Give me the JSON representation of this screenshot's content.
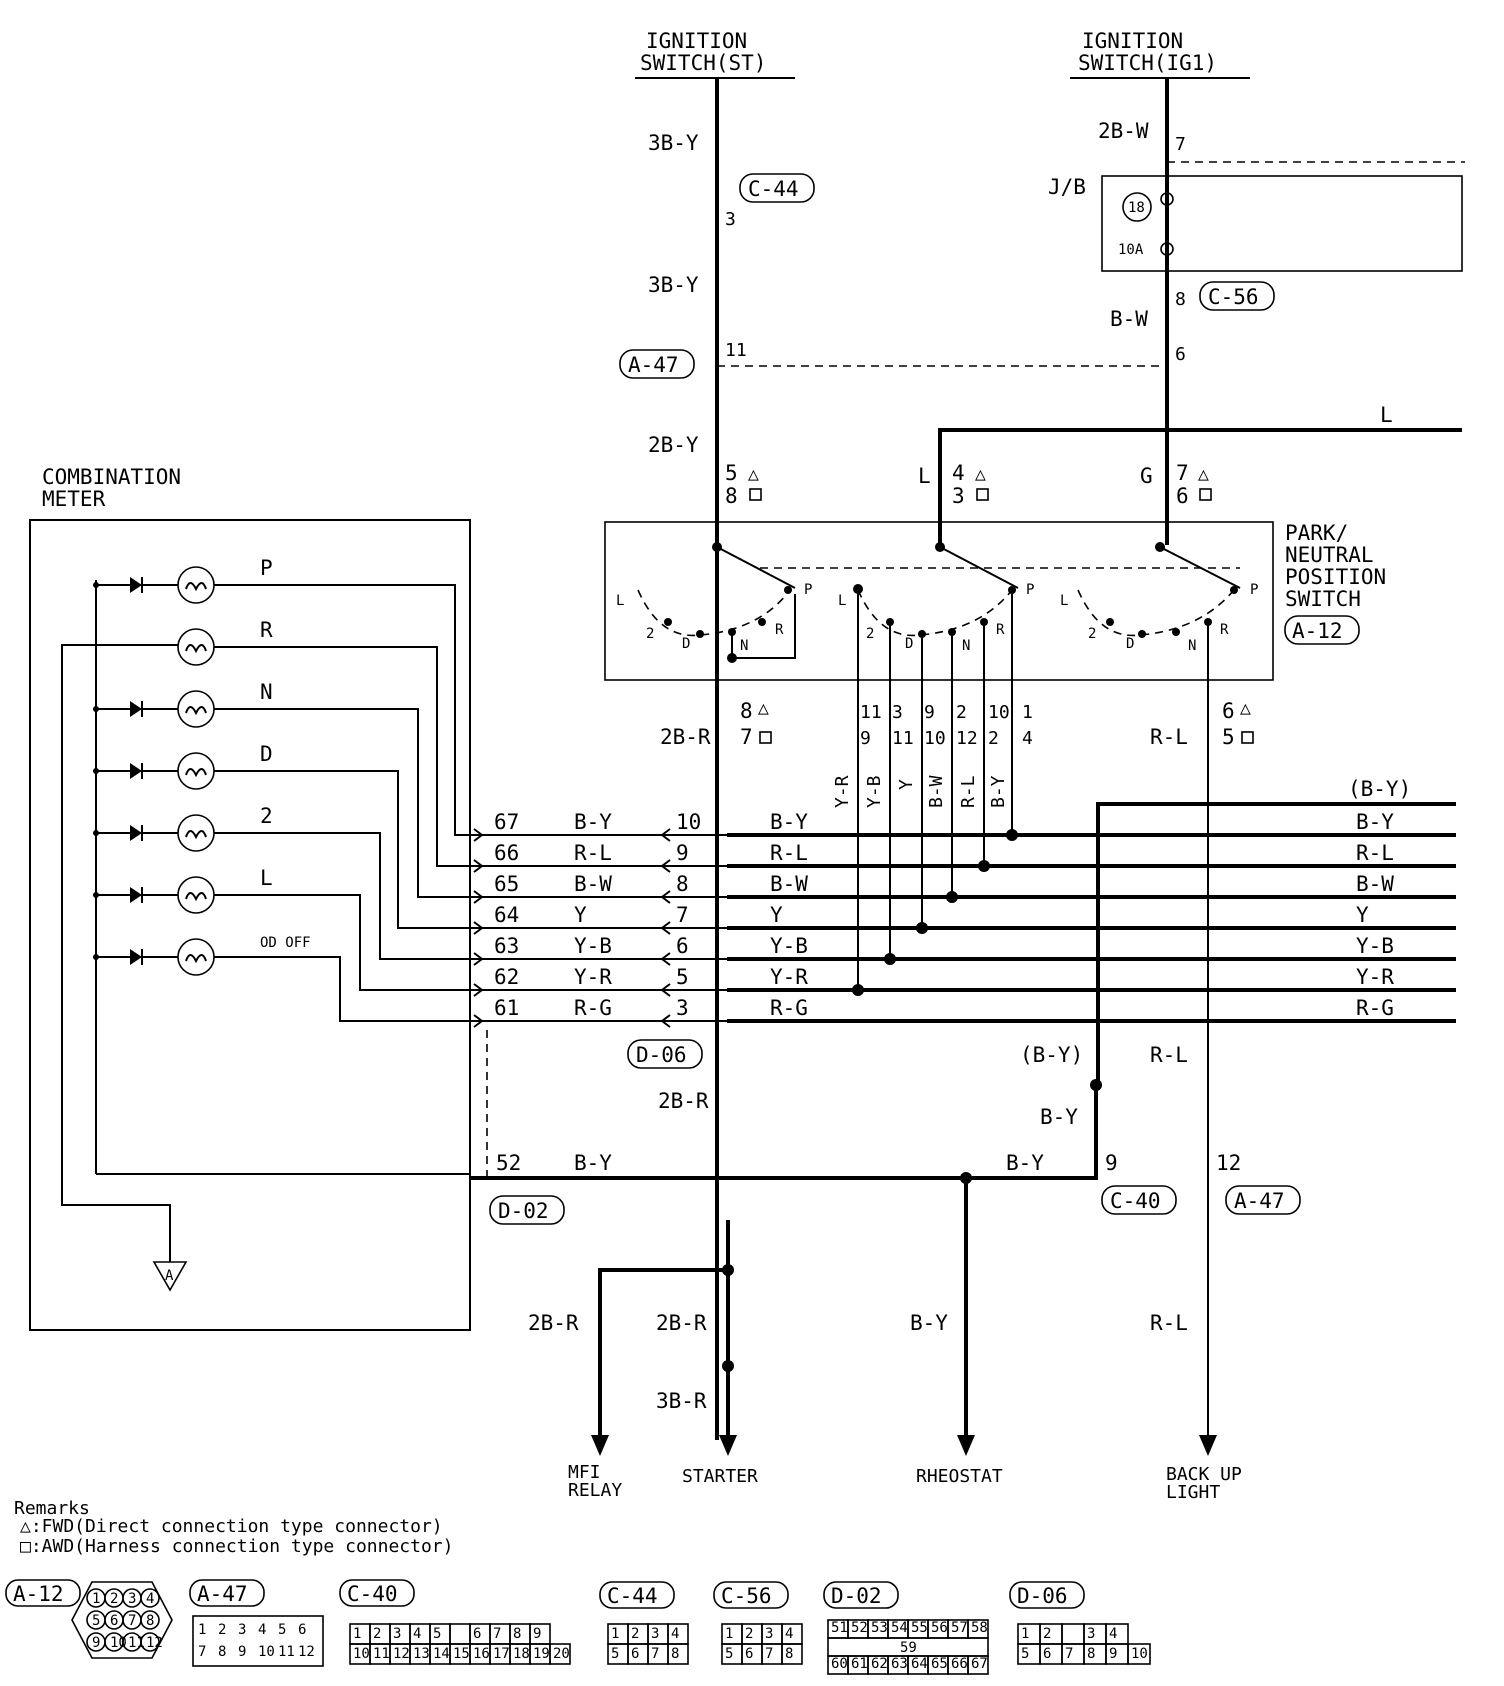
{
  "ignition_st": {
    "line1": "IGNITION",
    "line2": "SWITCH(ST)"
  },
  "ignition_ig1": {
    "line1": "IGNITION",
    "line2": "SWITCH(IG1)"
  },
  "combination_meter": {
    "line1": "COMBINATION",
    "line2": "METER"
  },
  "pns": {
    "line1": "PARK/",
    "line2": "NEUTRAL",
    "line3": "POSITION",
    "line4": "SWITCH",
    "connector": "A-12"
  },
  "jb": {
    "label": "J/B",
    "fuse_no": "18",
    "fuse_rating": "10A"
  },
  "wires": {
    "w3by_a": "3B-Y",
    "w3by_b": "3B-Y",
    "w2by": "2B-Y",
    "w2bw": "2B-W",
    "wbw": "B-W",
    "wL_top": "L",
    "wL": "L",
    "wG": "G",
    "w2br_top": "2B-R",
    "wrl_top": "R-L",
    "wyr": "Y-R",
    "wyb": "Y-B",
    "wy": "Y",
    "wbw2": "B-W",
    "wrl2": "R-L",
    "wby2": "B-Y",
    "w2br_mid": "2B-R",
    "wby_paren": "(B-Y)",
    "wrl_mid": "R-L",
    "wby_mid": "B-Y",
    "wby_52": "B-Y",
    "wby_c40": "B-Y",
    "w2br_l": "2B-R",
    "w2br_r": "2B-R",
    "w3br": "3B-R",
    "wby_low": "B-Y",
    "wrl_low": "R-L"
  },
  "pins": {
    "p3": "3",
    "p11": "11",
    "p7": "7",
    "p8": "8",
    "p6": "6",
    "p5": "5",
    "p8b": "8",
    "p4": "4",
    "p3b": "3",
    "p7b": "7",
    "p6b": "6",
    "s8": "8",
    "s7": "7",
    "g11": "11",
    "g9": "9",
    "g3": "3",
    "g11b": "11",
    "g9b": "9",
    "g10": "10",
    "g2": "2",
    "g12": "12",
    "g10b": "10",
    "g2b": "2",
    "g1": "1",
    "g4": "4",
    "r6": "6",
    "r5": "5",
    "p9": "9",
    "p12": "12",
    "p52": "52"
  },
  "connectors": {
    "c44": "C-44",
    "c56": "C-56",
    "a47_top": "A-47",
    "d06": "D-06",
    "d02": "D-02",
    "c40": "C-40",
    "a47_low": "A-47"
  },
  "lamps": [
    "P",
    "R",
    "N",
    "D",
    "2",
    "L",
    "OD OFF"
  ],
  "switch_positions": {
    "l": "L",
    "two": "2",
    "d": "D",
    "n": "N",
    "r": "R",
    "p": "P"
  },
  "bus_rows": [
    {
      "meter_pin": "67",
      "color": "B-Y",
      "d06_pin": "10",
      "right": "B-Y"
    },
    {
      "meter_pin": "66",
      "color": "R-L",
      "d06_pin": "9",
      "right": "R-L"
    },
    {
      "meter_pin": "65",
      "color": "B-W",
      "d06_pin": "8",
      "right": "B-W"
    },
    {
      "meter_pin": "64",
      "color": "Y",
      "d06_pin": "7",
      "right": "Y"
    },
    {
      "meter_pin": "63",
      "color": "Y-B",
      "d06_pin": "6",
      "right": "Y-B"
    },
    {
      "meter_pin": "62",
      "color": "Y-R",
      "d06_pin": "5",
      "right": "Y-R"
    },
    {
      "meter_pin": "61",
      "color": "R-G",
      "d06_pin": "3",
      "right": "R-G"
    }
  ],
  "bus_header": "(B-Y)",
  "ground_label": "A",
  "destinations": {
    "mfi1": "MFI",
    "mfi2": "RELAY",
    "starter": "STARTER",
    "rheostat": "RHEOSTAT",
    "backup1": "BACK UP",
    "backup2": "LIGHT"
  },
  "remarks": {
    "title": "Remarks",
    "fwd": "△:FWD(Direct connection type connector)",
    "awd": "□:AWD(Harness connection type connector)"
  },
  "connector_views": {
    "a12": {
      "label": "A-12",
      "pins": [
        "1",
        "2",
        "3",
        "4",
        "5",
        "6",
        "7",
        "8",
        "9",
        "10",
        "11",
        "12"
      ]
    },
    "a47": {
      "label": "A-47",
      "pins": [
        "1",
        "2",
        "3",
        "4",
        "5",
        "6",
        "7",
        "8",
        "9",
        "10",
        "11",
        "12"
      ]
    },
    "c40": {
      "label": "C-40",
      "row1": [
        "1",
        "2",
        "3",
        "4",
        "5",
        "",
        "6",
        "7",
        "8",
        "9"
      ],
      "row2": [
        "10",
        "11",
        "12",
        "13",
        "14",
        "15",
        "16",
        "17",
        "18",
        "19",
        "20"
      ]
    },
    "c44": {
      "label": "C-44",
      "row1": [
        "1",
        "2",
        "3",
        "4"
      ],
      "row2": [
        "5",
        "6",
        "7",
        "8"
      ]
    },
    "c56": {
      "label": "C-56",
      "row1": [
        "1",
        "2",
        "3",
        "4"
      ],
      "row2": [
        "5",
        "6",
        "7",
        "8"
      ]
    },
    "d02": {
      "label": "D-02",
      "row1": [
        "51",
        "52",
        "53",
        "54",
        "55",
        "56",
        "57",
        "58"
      ],
      "mid": "59",
      "row2": [
        "60",
        "61",
        "62",
        "63",
        "64",
        "65",
        "66",
        "67"
      ]
    },
    "d06": {
      "label": "D-06",
      "row1": [
        "1",
        "2",
        "",
        "3",
        "4"
      ],
      "row2": [
        "5",
        "6",
        "7",
        "8",
        "9",
        "10"
      ]
    }
  }
}
